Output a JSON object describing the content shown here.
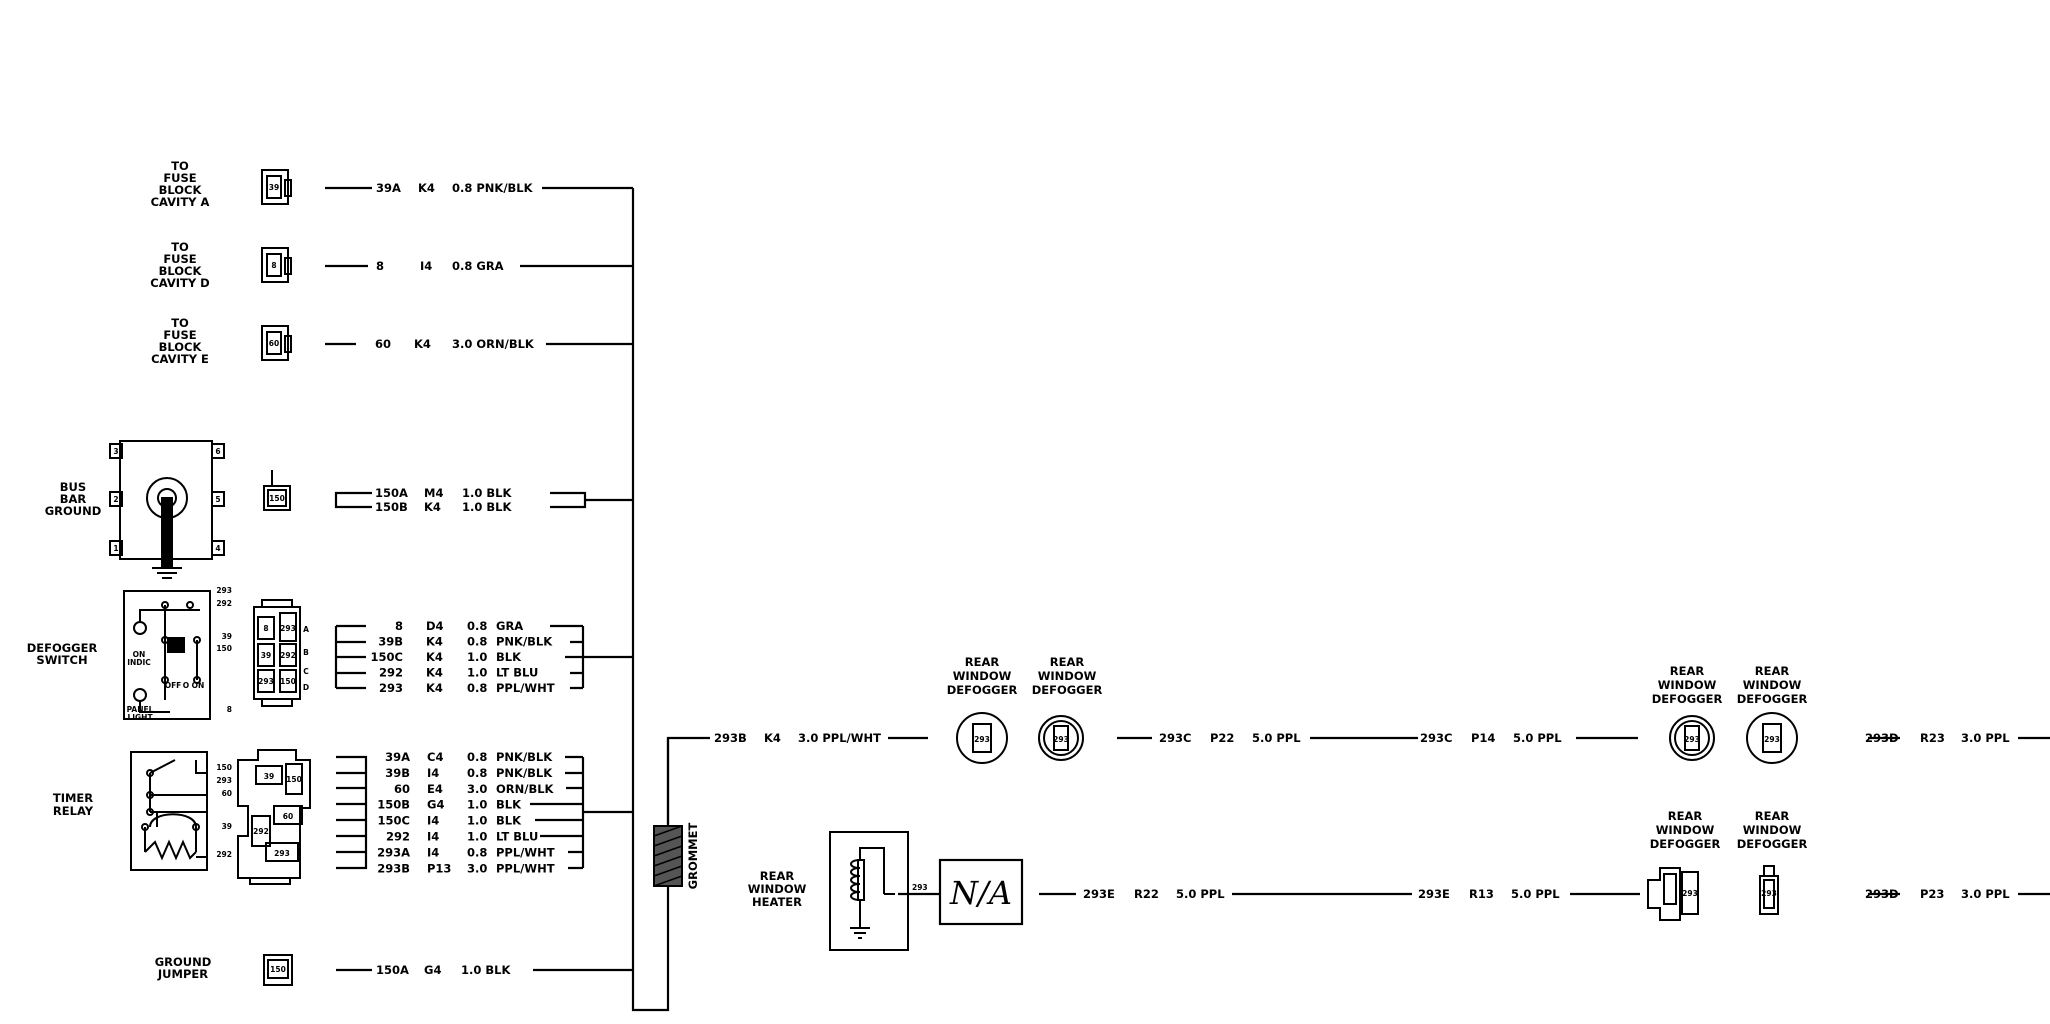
{
  "sources": {
    "fuse_a": [
      "TO",
      "FUSE",
      "BLOCK",
      "CAVITY A"
    ],
    "fuse_d": [
      "TO",
      "FUSE",
      "BLOCK",
      "CAVITY D"
    ],
    "fuse_e": [
      "TO",
      "FUSE",
      "BLOCK",
      "CAVITY E"
    ],
    "bus_bar": [
      "BUS",
      "BAR",
      "GROUND"
    ],
    "defogger_switch": [
      "DEFOGGER",
      "SWITCH"
    ],
    "timer_relay": [
      "TIMER",
      "RELAY"
    ],
    "ground_jumper": [
      "GROUND",
      "JUMPER"
    ],
    "rear_window_heater": [
      "REAR",
      "WINDOW",
      "HEATER"
    ]
  },
  "connector_numbers": {
    "fuse_a": "39",
    "fuse_d": "8",
    "fuse_e": "60",
    "bus_bar": "150",
    "ground_jumper": "150",
    "defogger_sw": [
      "8",
      "293",
      "39",
      "150",
      "292",
      "293"
    ],
    "timer": [
      "39",
      "150",
      "292",
      "60",
      "293"
    ],
    "defogger_conn": "293",
    "heater_pin": "293"
  },
  "pin_labels": {
    "bus_left": [
      "3",
      "2",
      "1"
    ],
    "bus_right": [
      "6",
      "5",
      "4"
    ],
    "defog_sw": [
      "293",
      "292",
      "39",
      "150",
      "8"
    ],
    "timer_sw": [
      "150",
      "293",
      "60",
      "39",
      "292"
    ],
    "defog_conn_side": [
      "A",
      "B",
      "C",
      "D"
    ],
    "switch_internal": [
      "ON",
      "INDIC",
      "OFF",
      "O",
      "ON",
      "PANEL",
      "LIGHT"
    ]
  },
  "wires": {
    "fuse_a": {
      "circuit": "39A",
      "loc": "K4",
      "spec": "0.8 PNK/BLK"
    },
    "fuse_d": {
      "circuit": "8",
      "loc": "I4",
      "spec": "0.8 GRA"
    },
    "fuse_e": {
      "circuit": "60",
      "loc": "K4",
      "spec": "3.0 ORN/BLK"
    },
    "bus": [
      {
        "circuit": "150A",
        "loc": "M4",
        "spec": "1.0 BLK"
      },
      {
        "circuit": "150B",
        "loc": "K4",
        "spec": "1.0 BLK"
      }
    ],
    "defogger_switch": [
      {
        "circuit": "8",
        "loc": "D4",
        "size": "0.8",
        "color": "GRA"
      },
      {
        "circuit": "39B",
        "loc": "K4",
        "size": "0.8",
        "color": "PNK/BLK"
      },
      {
        "circuit": "150C",
        "loc": "K4",
        "size": "1.0",
        "color": "BLK"
      },
      {
        "circuit": "292",
        "loc": "K4",
        "size": "1.0",
        "color": "LT BLU"
      },
      {
        "circuit": "293",
        "loc": "K4",
        "size": "0.8",
        "color": "PPL/WHT"
      }
    ],
    "timer_relay": [
      {
        "circuit": "39A",
        "loc": "C4",
        "size": "0.8",
        "color": "PNK/BLK"
      },
      {
        "circuit": "39B",
        "loc": "I4",
        "size": "0.8",
        "color": "PNK/BLK"
      },
      {
        "circuit": "60",
        "loc": "E4",
        "size": "3.0",
        "color": "ORN/BLK"
      },
      {
        "circuit": "150B",
        "loc": "G4",
        "size": "1.0",
        "color": "BLK"
      },
      {
        "circuit": "150C",
        "loc": "I4",
        "size": "1.0",
        "color": "BLK"
      },
      {
        "circuit": "292",
        "loc": "I4",
        "size": "1.0",
        "color": "LT BLU"
      },
      {
        "circuit": "293A",
        "loc": "I4",
        "size": "0.8",
        "color": "PPL/WHT"
      },
      {
        "circuit": "293B",
        "loc": "P13",
        "size": "3.0",
        "color": "PPL/WHT"
      }
    ],
    "ground_jumper": {
      "circuit": "150A",
      "loc": "G4",
      "spec": "1.0 BLK"
    },
    "harness_out": {
      "circuit": "293B",
      "loc": "K4",
      "spec": "3.0 PPL/WHT"
    },
    "row1": [
      {
        "circuit": "293C",
        "loc": "P22",
        "spec": "5.0 PPL"
      },
      {
        "circuit": "293C",
        "loc": "P14",
        "spec": "5.0 PPL"
      },
      {
        "circuit": "293D",
        "loc": "R23",
        "spec": "3.0 PPL"
      }
    ],
    "row2": [
      {
        "circuit": "293E",
        "loc": "R22",
        "spec": "5.0 PPL"
      },
      {
        "circuit": "293E",
        "loc": "R13",
        "spec": "5.0 PPL"
      },
      {
        "circuit": "293D",
        "loc": "P23",
        "spec": "3.0 PPL"
      }
    ]
  },
  "grommet": "GROMMET",
  "defogger_label": [
    "REAR",
    "WINDOW",
    "DEFOGGER"
  ],
  "na_box": "N/A"
}
